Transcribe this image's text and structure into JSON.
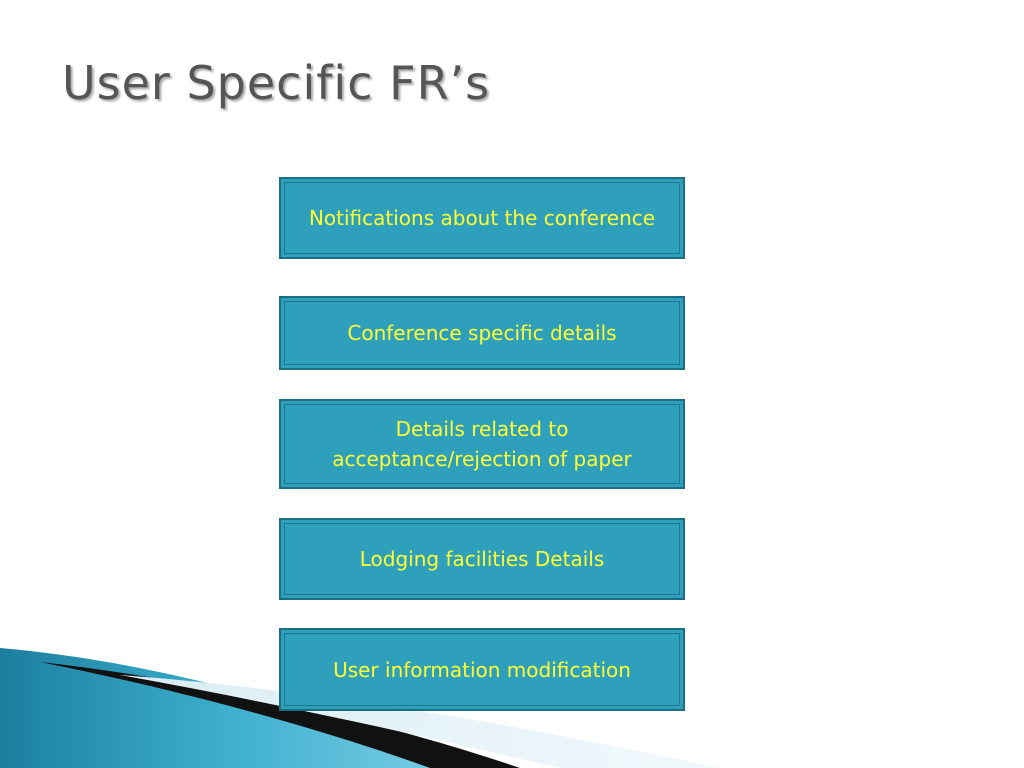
{
  "slide": {
    "title": "User Specific FR’s"
  },
  "items": [
    {
      "label": "Notifications about the conference"
    },
    {
      "label": "Conference specific details"
    },
    {
      "label": "Details related to acceptance/rejection of paper"
    },
    {
      "label": "Lodging facilities Details"
    },
    {
      "label": "User information modification"
    }
  ],
  "colors": {
    "box_fill": "#2ea0bc",
    "box_border": "#1c6e83",
    "box_text": "#ffff33",
    "title": "#555555"
  }
}
